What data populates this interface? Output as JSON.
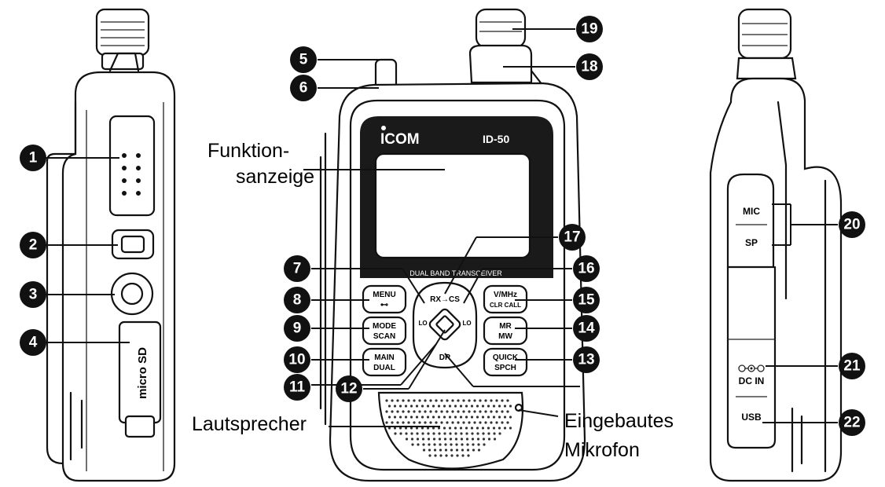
{
  "labels": {
    "display_line1": "Funktion-",
    "display_line2": "sanzeige",
    "speaker": "Lautsprecher",
    "mic_line1": "Eingebautes",
    "mic_line2": "Mikrofon"
  },
  "device": {
    "brand": "ICOM",
    "model": "ID-50",
    "band_text": "DUAL BAND TRANSCEIVER",
    "sd_label": "micro SD"
  },
  "keys": {
    "menu": "MENU",
    "menu_sub": "⊷",
    "mode": "MODE",
    "mode_sub": "SCAN",
    "main": "MAIN",
    "main_sub": "DUAL",
    "vmhz": "V/MHz",
    "vmhz_sub": "CLR CALL",
    "mr": "MR",
    "mr_sub": "MW",
    "quick": "QUICK",
    "quick_sub": "SPCH",
    "rx_cs": "RX→CS",
    "dr": "DR",
    "left": "LO",
    "right": "LO"
  },
  "side_jacks": {
    "mic": "MIC",
    "sp": "SP",
    "dcin": "DC IN",
    "usb": "USB"
  },
  "callouts": [
    {
      "id": "1",
      "label": "1"
    },
    {
      "id": "2",
      "label": "2"
    },
    {
      "id": "3",
      "label": "3"
    },
    {
      "id": "4",
      "label": "4"
    },
    {
      "id": "5",
      "label": "5"
    },
    {
      "id": "6",
      "label": "6"
    },
    {
      "id": "7",
      "label": "7"
    },
    {
      "id": "8",
      "label": "8"
    },
    {
      "id": "9",
      "label": "9"
    },
    {
      "id": "10",
      "label": "10"
    },
    {
      "id": "11",
      "label": "11"
    },
    {
      "id": "12",
      "label": "12"
    },
    {
      "id": "13",
      "label": "13"
    },
    {
      "id": "14",
      "label": "14"
    },
    {
      "id": "15",
      "label": "15"
    },
    {
      "id": "16",
      "label": "16"
    },
    {
      "id": "17",
      "label": "17"
    },
    {
      "id": "18",
      "label": "18"
    },
    {
      "id": "19",
      "label": "19"
    },
    {
      "id": "20",
      "label": "20"
    },
    {
      "id": "21",
      "label": "21"
    },
    {
      "id": "22",
      "label": "22"
    }
  ]
}
